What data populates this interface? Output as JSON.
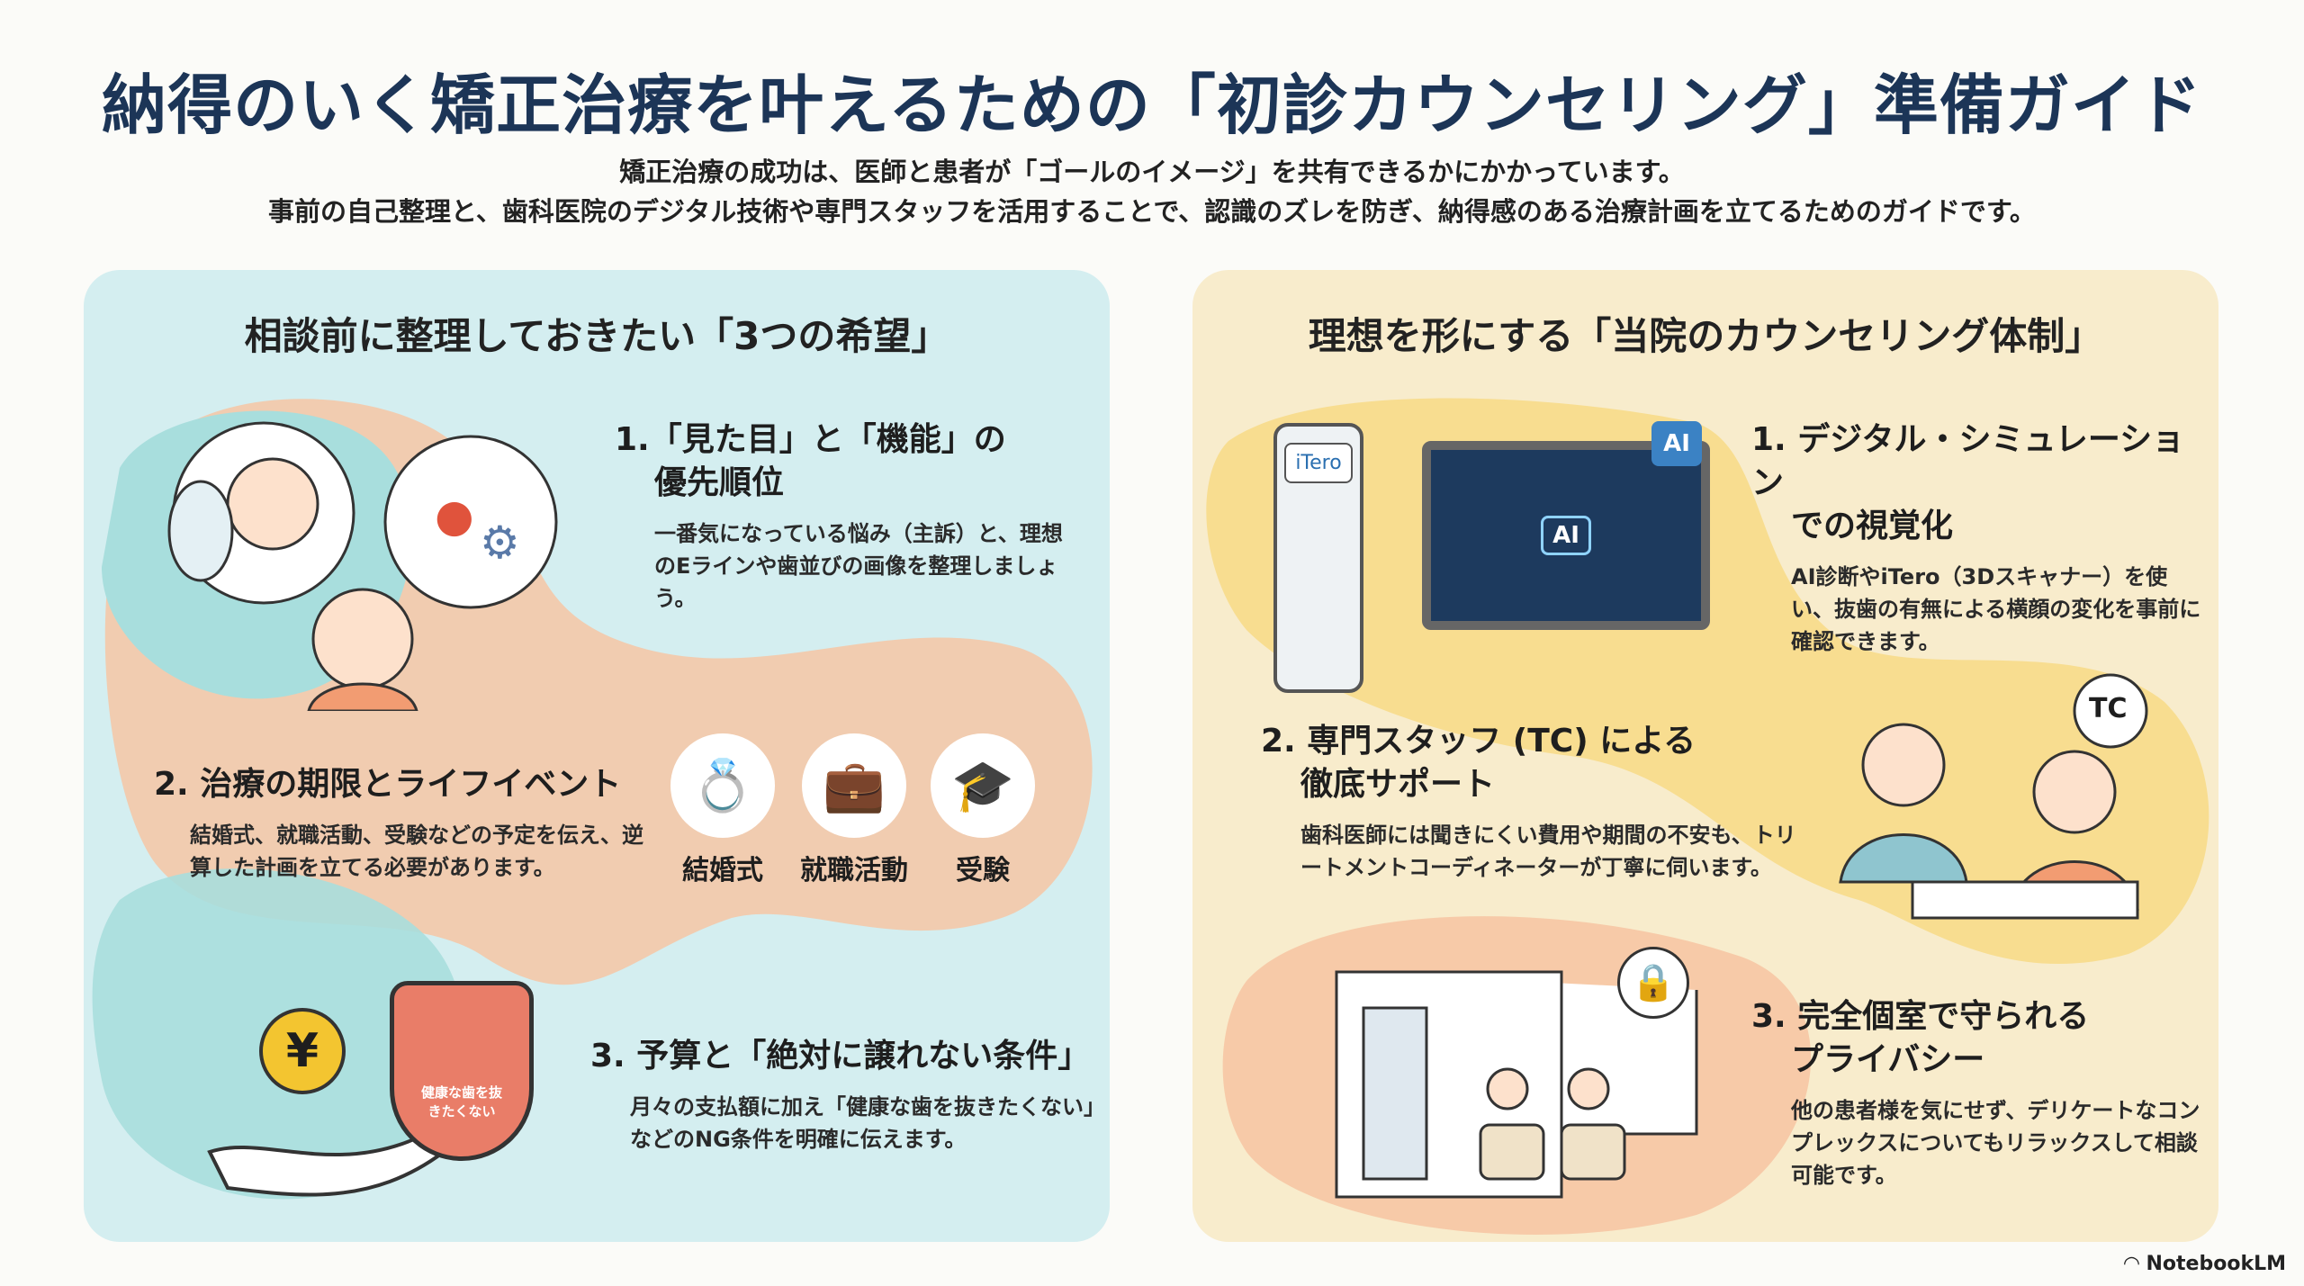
{
  "header": {
    "title": "納得のいく矯正治療を叶えるための「初診カウンセリング」準備ガイド",
    "subtitle_lines": [
      "矯正治療の成功は、医師と患者が「ゴールのイメージ」を共有できるかにかかっています。",
      "事前の自己整理と、歯科医院のデジタル技術や専門スタッフを活用することで、認識のズレを防ぎ、納得感のある治療計画を立てるためのガイドです。"
    ]
  },
  "left": {
    "title": "相談前に整理しておきたい「3つの希望」",
    "items": [
      {
        "title1": "1.「見た目」と「機能」の",
        "title2": "優先順位",
        "body": "一番気になっている悩み（主訴）と、理想のEラインや歯並びの画像を整理しましょう。"
      },
      {
        "title1": "2. 治療の期限とライフイベント",
        "body": "結婚式、就職活動、受験などの予定を伝え、逆算した計画を立てる必要があります。"
      },
      {
        "title1": "3. 予算と「絶対に譲れない条件」",
        "body": "月々の支払額に加え「健康な歯を抜きたくない」などのNG条件を明確に伝えます。"
      }
    ],
    "events": [
      {
        "icon": "ring-icon",
        "label": "結婚式"
      },
      {
        "icon": "briefcase-icon",
        "label": "就職活動"
      },
      {
        "icon": "graduation-cap-icon",
        "label": "受験"
      }
    ],
    "yen_symbol": "¥",
    "shield_text": "健康な歯を抜きたくない"
  },
  "right": {
    "title": "理想を形にする「当院のカウンセリング体制」",
    "items": [
      {
        "title1": "1. デジタル・シミュレーション",
        "title2": "での視覚化",
        "body": "AI診断やiTero（3Dスキャナー）を使い、抜歯の有無による横顔の変化を事前に確認できます。"
      },
      {
        "title1": "2. 専門スタッフ (TC) による",
        "title2": "徹底サポート",
        "body": "歯科医師には聞きにくい費用や期間の不安も、トリートメントコーディネーターが丁寧に伺います。"
      },
      {
        "title1": "3. 完全個室で守られる",
        "title2": "プライバシー",
        "body": "他の患者様を気にせず、デリケートなコンプレックスについてもリラックスして相談可能です。"
      }
    ],
    "itero_label": "iTero",
    "ai_label": "AI",
    "tc_label": "TC"
  },
  "footer": {
    "brand": "NotebookLM"
  },
  "colors": {
    "title": "#1c3557",
    "left_bg": "#d4eef0",
    "right_bg": "#f8eccc",
    "peach": "#f6c6a4",
    "yellow": "#f7dc8a"
  }
}
